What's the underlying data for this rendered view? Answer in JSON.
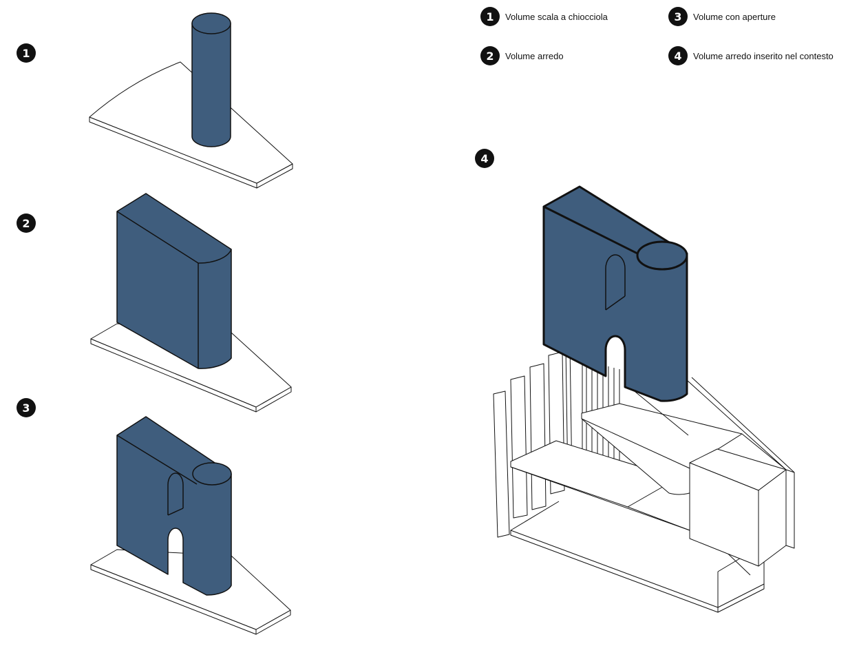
{
  "colors": {
    "volume": "#3f5d7d"
  },
  "legend": [
    {
      "number": "1",
      "label": "Volume scala a chiocciola"
    },
    {
      "number": "2",
      "label": "Volume arredo"
    },
    {
      "number": "3",
      "label": "Volume con aperture"
    },
    {
      "number": "4",
      "label": "Volume arredo inserito nel contesto"
    }
  ],
  "step_markers": [
    "1",
    "2",
    "3",
    "4"
  ]
}
